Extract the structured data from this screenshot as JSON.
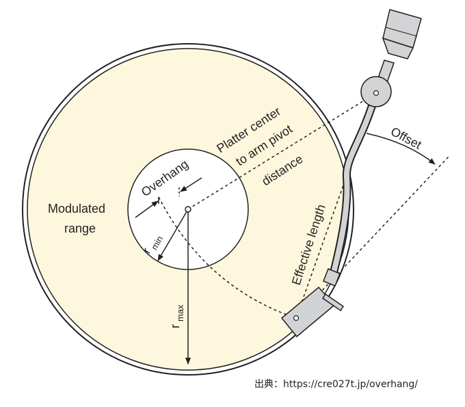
{
  "diagram": {
    "labels": {
      "modulated_line1": "Modulated",
      "modulated_line2": "range",
      "overhang": "Overhang",
      "r_min_main": "r",
      "r_min_sub": "min",
      "r_max_main": "r",
      "r_max_sub": "max",
      "pivot_line1": "Platter center",
      "pivot_line2": "to arm pivot",
      "pivot_line3": "distance",
      "effective_length": "Effective  length",
      "offset": "Offset"
    },
    "colors": {
      "record_fill": "#fdf7dd",
      "label_fill": "#ffffff",
      "stroke": "#231f20",
      "arm_fill": "#d2d3d5"
    }
  },
  "source": "出典：https://cre027t.jp/overhang/"
}
